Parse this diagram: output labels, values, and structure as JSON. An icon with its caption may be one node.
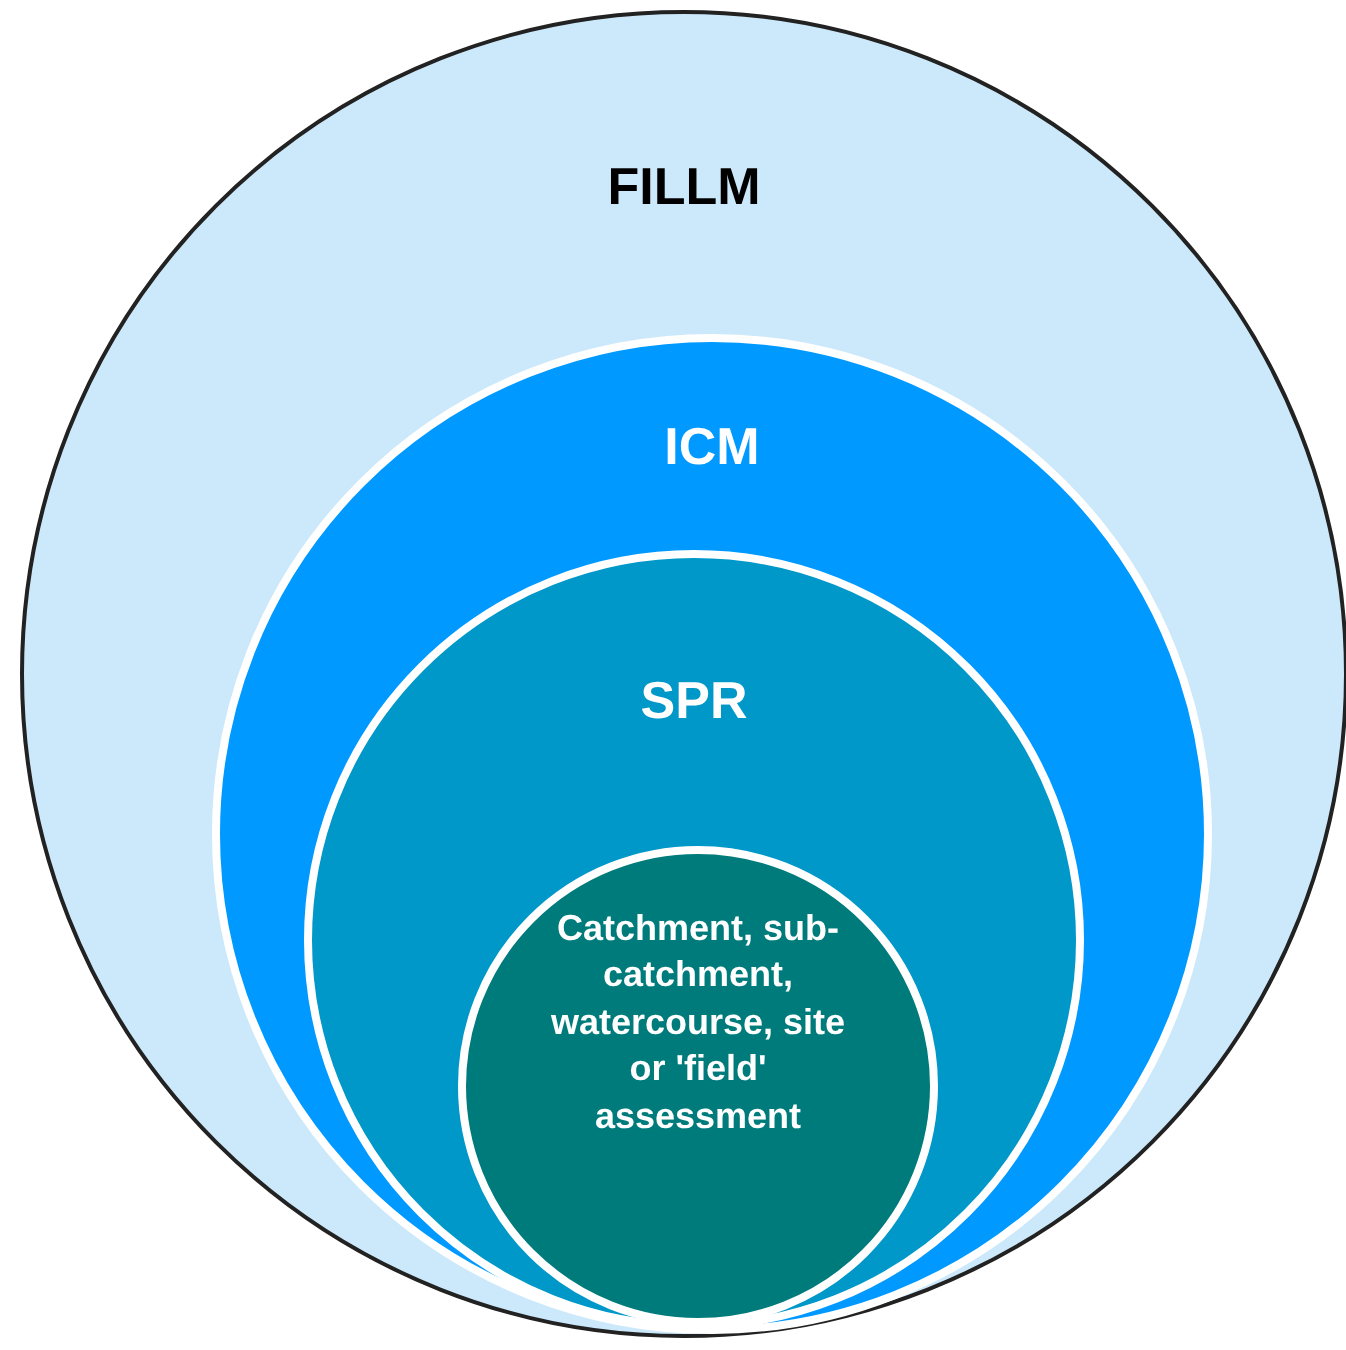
{
  "diagram": {
    "nodes": [
      {
        "text": [
          "FILLM"
        ]
      },
      {
        "text": [
          "ICM"
        ],
        "in": 0
      },
      {
        "text": [
          "SPR"
        ],
        "in": 1
      },
      {
        "text": [
          "Catchment, sub-catchment, watercourse, site or 'field' assessment"
        ],
        "in": 2
      }
    ]
  }
}
